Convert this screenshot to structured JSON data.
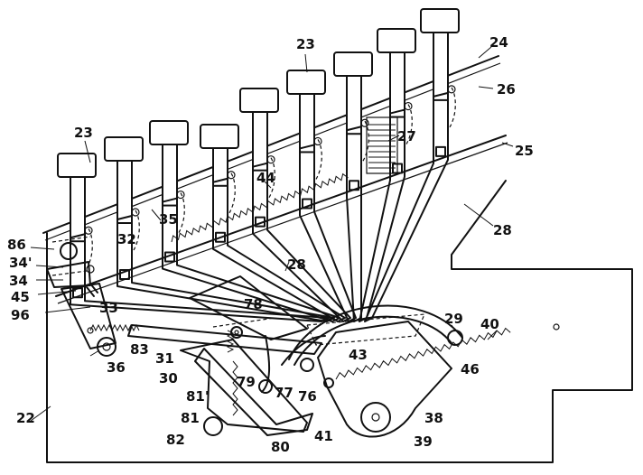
{
  "labels": {
    "k23a": "23",
    "k23b": "23",
    "k24": "24",
    "k25": "25",
    "k26": "26",
    "k27": "27",
    "k28a": "28",
    "k28b": "28",
    "k35": "35",
    "k44": "44",
    "k86": "86",
    "k34p": "34'",
    "k34": "34",
    "k32": "32",
    "k45": "45",
    "k96": "96",
    "k33": "33",
    "k36": "36",
    "k83": "83",
    "k31": "31",
    "k30": "30",
    "k78": "78",
    "k79": "79",
    "k81p": "81'",
    "k81": "81",
    "k82": "82",
    "k80": "80",
    "k77": "77",
    "k76": "76",
    "k41": "41",
    "k29": "29",
    "k40": "40",
    "k43": "43",
    "k46": "46",
    "k38": "38",
    "k39": "39",
    "k22": "22"
  }
}
